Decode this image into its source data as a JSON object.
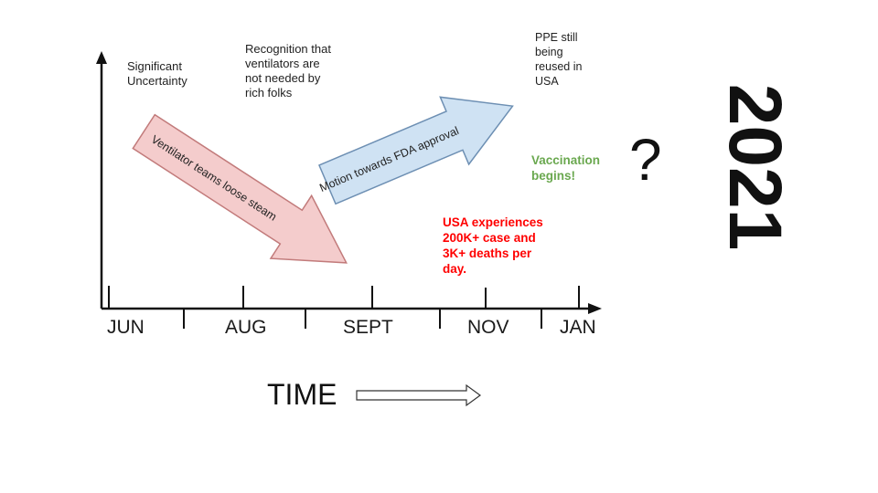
{
  "annotations": {
    "uncertainty": "Significant\nUncertainty",
    "recognition": "Recognition that\nventilators are\nnot needed by\nrich folks",
    "ppe": "PPE still\nbeing\nreused in\nUSA",
    "cases": "USA experiences\n200K+ case and\n3K+ deaths per\nday.",
    "vaccination": "Vaccination\nbegins!"
  },
  "arrows": {
    "down": "Ventilator teams loose steam",
    "up": "Motion towards FDA approval"
  },
  "months": [
    "JUN",
    "AUG",
    "SEPT",
    "NOV",
    "JAN"
  ],
  "question": "?",
  "year": "2021",
  "time_label": "TIME",
  "colors": {
    "red_arrow_fill": "#f4cccc",
    "blue_arrow_fill": "#cfe2f3",
    "cases_text": "#ff0000",
    "vaccination_text": "#6aa84f"
  }
}
